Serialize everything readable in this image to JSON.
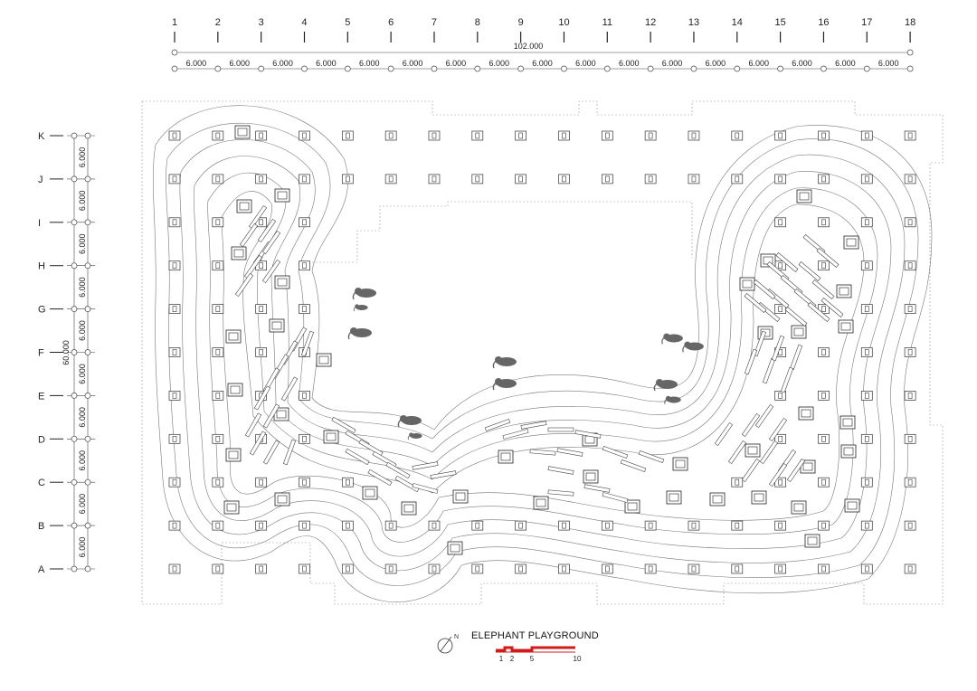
{
  "column_labels": [
    "1",
    "2",
    "3",
    "4",
    "5",
    "6",
    "7",
    "8",
    "9",
    "10",
    "11",
    "12",
    "13",
    "14",
    "15",
    "16",
    "17",
    "18"
  ],
  "row_labels": [
    "K",
    "J",
    "I",
    "H",
    "G",
    "F",
    "E",
    "D",
    "C",
    "B",
    "A"
  ],
  "total_width_label": "102.000",
  "total_height_label": "60.000",
  "bay_width_label": "6.000",
  "bay_height_label": "6.000",
  "title": "ELEPHANT PLAYGROUND",
  "scale_labels": [
    "1",
    "2",
    "5",
    "10"
  ],
  "colors": {
    "scale_bar": "#d21a1a",
    "line": "#444444",
    "elephant": "#666666"
  },
  "icons": {
    "north_arrow": "north-arrow-icon",
    "elephant": "elephant-icon"
  }
}
